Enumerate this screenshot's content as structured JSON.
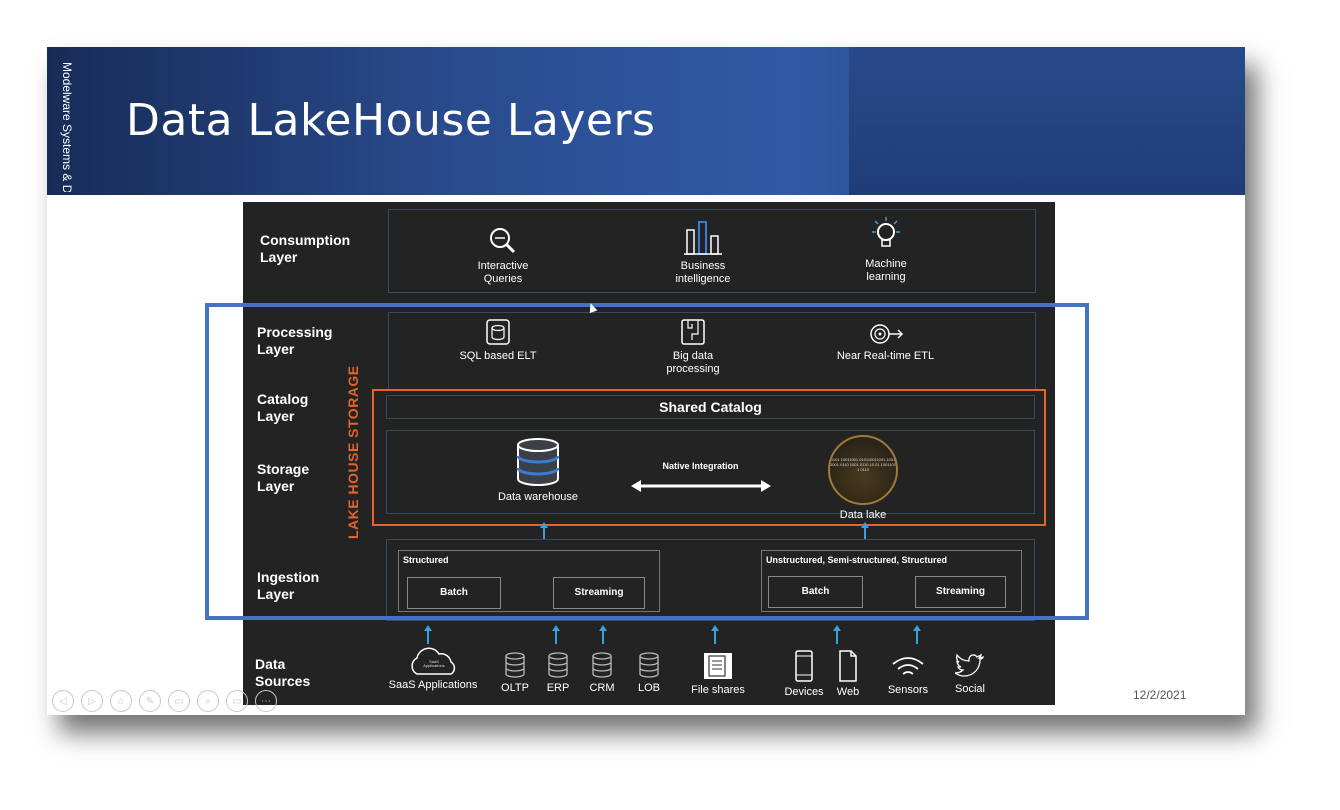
{
  "slide": {
    "side_text": "Modelware Systems & D",
    "title": "Data LakeHouse Layers",
    "date": "12/2/2021"
  },
  "layers": {
    "consumption": "Consumption Layer",
    "processing": "Processing Layer",
    "catalog": "Catalog Layer",
    "storage": "Storage Layer",
    "ingestion": "Ingestion Layer",
    "sources": "Data Sources"
  },
  "consumption": {
    "interactive": "Interactive Queries",
    "bi": "Business intelligence",
    "ml": "Machine learning"
  },
  "processing": {
    "sql": "SQL based ELT",
    "bigdata": "Big data processing",
    "realtime": "Near Real-time ETL"
  },
  "lakehouse": {
    "vertical": "LAKE   HOUSE STORAGE",
    "catalog": "Shared Catalog",
    "native": "Native Integration",
    "warehouse": "Data warehouse",
    "lake": "Data lake",
    "lake_bits": "0101 10011001 010110011001 10011001 0110 1001 0110 10 01 10011001 0110"
  },
  "ingestion": {
    "structured": "Structured",
    "unstructured": "Unstructured, Semi-structured, Structured",
    "batch": "Batch",
    "streaming": "Streaming"
  },
  "sources": {
    "saas": "SaaS Applications",
    "saas_cloud": "SaaS Applications",
    "oltp": "OLTP",
    "erp": "ERP",
    "crm": "CRM",
    "lob": "LOB",
    "files": "File shares",
    "devices": "Devices",
    "web": "Web",
    "sensors": "Sensors",
    "social": "Social"
  },
  "toolbar": [
    "◁",
    "▷",
    "⌂",
    "✎",
    "▭",
    "⌕",
    "▭",
    "⋯"
  ]
}
